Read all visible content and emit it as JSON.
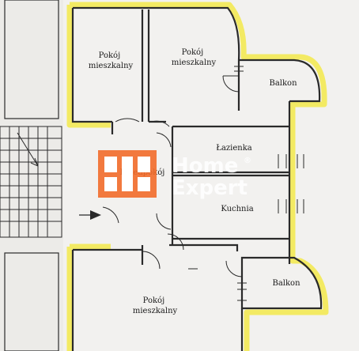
{
  "floorplan": {
    "rooms": [
      {
        "id": "pokoj-1",
        "lines": [
          "Pokój",
          "mieszkalny"
        ]
      },
      {
        "id": "pokoj-2",
        "lines": [
          "Pokój",
          "mieszkalny"
        ]
      },
      {
        "id": "balkon-1",
        "lines": [
          "Balkon"
        ]
      },
      {
        "id": "przedpokoj",
        "lines": [
          "Przedpokój"
        ]
      },
      {
        "id": "lazienka",
        "lines": [
          "Łazienka"
        ]
      },
      {
        "id": "kuchnia",
        "lines": [
          "Kuchnia"
        ]
      },
      {
        "id": "balkon-2",
        "lines": [
          "Balkon"
        ]
      },
      {
        "id": "pokoj-3",
        "lines": [
          "Pokój",
          "mieszkalny"
        ]
      }
    ],
    "colors": {
      "highlight": "#f3ea63",
      "wall": "#2a2a2a",
      "paper": "#f2f1ef"
    }
  },
  "watermark": {
    "line1": "Home",
    "registered": "®",
    "line2": "Expert",
    "brand_color": "#f26b2a"
  }
}
